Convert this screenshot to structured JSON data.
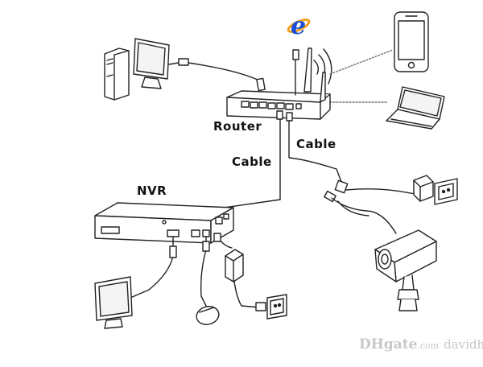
{
  "labels": {
    "router": "Router",
    "cable_right": "Cable",
    "cable_left": "Cable",
    "nvr": "NVR"
  },
  "watermark": {
    "brand": "DHgate",
    "domain": ".com",
    "user": "davidhjg"
  },
  "icons": {
    "browser": "internet-explorer-logo-icon",
    "phone": "smartphone-icon",
    "laptop": "laptop-icon",
    "desktop": "desktop-computer-icon",
    "router": "router-icon",
    "nvr": "nvr-recorder-icon",
    "camera": "bullet-camera-icon",
    "mouse": "mouse-icon",
    "adapter": "power-adapter-icon",
    "outlet": "power-outlet-icon",
    "monitor": "monitor-icon"
  },
  "colors": {
    "line": "#222222",
    "browser_blue": "#1a4fd8",
    "browser_orange": "#f0a020",
    "watermark": "#c8c8c8"
  }
}
